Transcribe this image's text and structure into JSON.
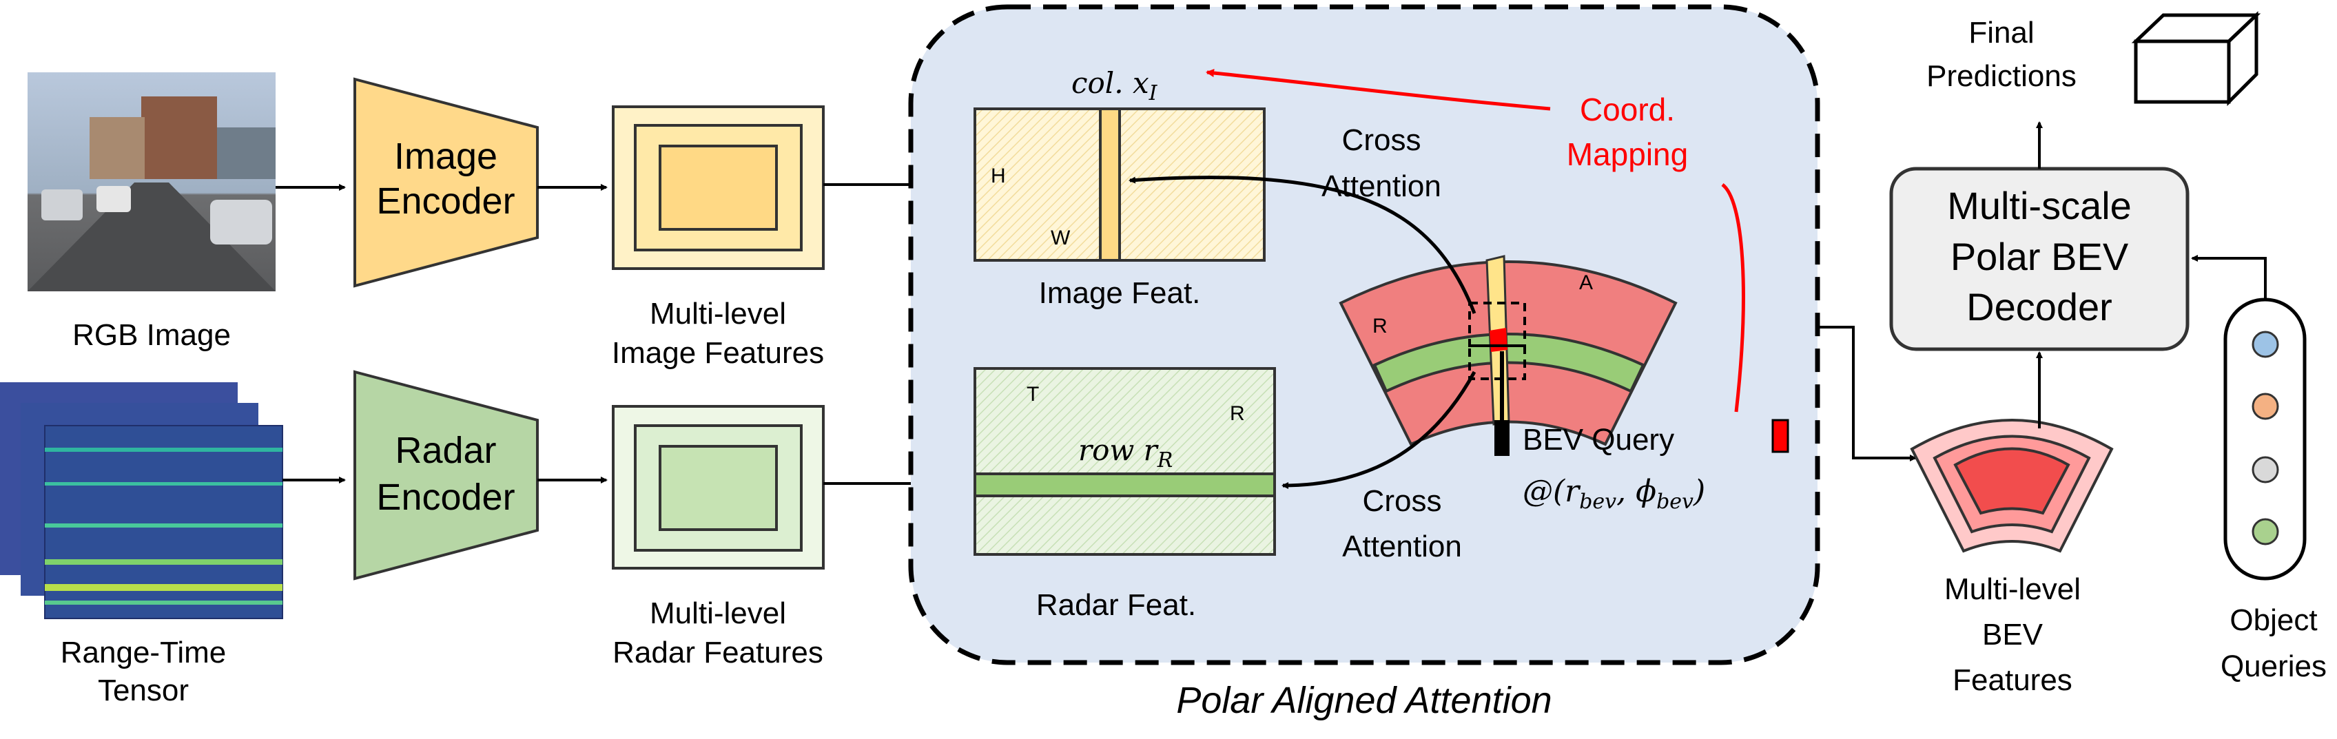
{
  "colors": {
    "image_encoder": "#ffd98a",
    "radar_encoder": "#b6d6a5",
    "image_feature": "#fff2c7",
    "radar_feature": "#dcefd1",
    "attention_panel": "#dde6f3",
    "bev_sector": "#f07f7f",
    "bev_ring": "#99cc77",
    "bev_query": "#ff0000",
    "coord_mapping": "#ff0000",
    "decoder": "#efefef",
    "query_blue": "#9dc3e6",
    "query_orange": "#f4b183",
    "query_gray": "#d9d9d9",
    "query_green": "#a9d18e"
  },
  "inputs": {
    "rgb_label": "RGB Image",
    "range_time_label_line1": "Range-Time",
    "range_time_label_line2": "Tensor"
  },
  "encoders": {
    "image_line1": "Image",
    "image_line2": "Encoder",
    "radar_line1": "Radar",
    "radar_line2": "Encoder"
  },
  "features": {
    "image_line1": "Multi-level",
    "image_line2": "Image Features",
    "radar_line1": "Multi-level",
    "radar_line2": "Radar Features"
  },
  "attention": {
    "title": "Polar Aligned Attention",
    "image_feat_label": "Image Feat.",
    "radar_feat_label": "Radar Feat.",
    "col_label": "col. x",
    "col_sub": "I",
    "row_label": "row r",
    "row_sub": "R",
    "img_h": "H",
    "img_w": "W",
    "radar_t": "T",
    "radar_r": "R",
    "cross1_line1": "Cross",
    "cross1_line2": "Attention",
    "cross2_line1": "Cross",
    "cross2_line2": "Attention",
    "coord_line1": "Coord.",
    "coord_line2": "Mapping",
    "sector_r": "R",
    "sector_a": "A",
    "bev_query": "BEV Query",
    "bev_at": "@(r",
    "bev_sub1": "bev",
    "bev_comma": ", ϕ",
    "bev_sub2": "bev",
    "bev_close": ")"
  },
  "output": {
    "bev_line1": "Multi-level",
    "bev_line2": "BEV",
    "bev_line3": "Features",
    "decoder_line1": "Multi-scale",
    "decoder_line2": "Polar BEV",
    "decoder_line3": "Decoder",
    "final_line1": "Final",
    "final_line2": "Predictions",
    "queries_line1": "Object",
    "queries_line2": "Queries"
  }
}
